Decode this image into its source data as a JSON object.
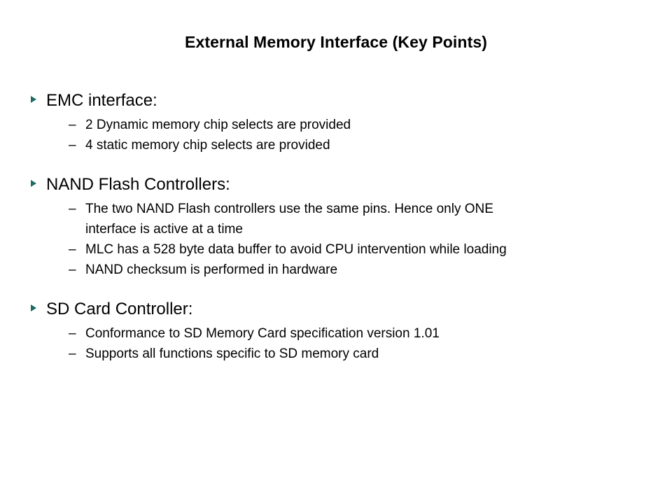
{
  "slide": {
    "title": "External Memory Interface (Key Points)",
    "bullet_icon": "triangle-right-icon",
    "bullet_color": "#1f6b63",
    "dash_glyph": "–",
    "background_color": "#ffffff",
    "text_color": "#000000",
    "groups": [
      {
        "heading": "EMC interface:",
        "items": [
          {
            "lines": [
              "2 Dynamic memory chip selects are provided"
            ]
          },
          {
            "lines": [
              "4 static memory chip selects are provided"
            ]
          }
        ]
      },
      {
        "heading": "NAND Flash Controllers:",
        "items": [
          {
            "lines": [
              "The two NAND Flash controllers use the same pins. Hence only ONE",
              "interface is active at a time"
            ]
          },
          {
            "lines": [
              "MLC has a 528 byte data buffer to avoid CPU intervention while loading"
            ]
          },
          {
            "lines": [
              "NAND checksum is performed in hardware"
            ]
          }
        ]
      },
      {
        "heading": "SD Card Controller:",
        "items": [
          {
            "lines": [
              "Conformance to SD Memory Card specification version 1.01"
            ]
          },
          {
            "lines": [
              "Supports all functions specific to SD memory card"
            ]
          }
        ]
      }
    ]
  }
}
